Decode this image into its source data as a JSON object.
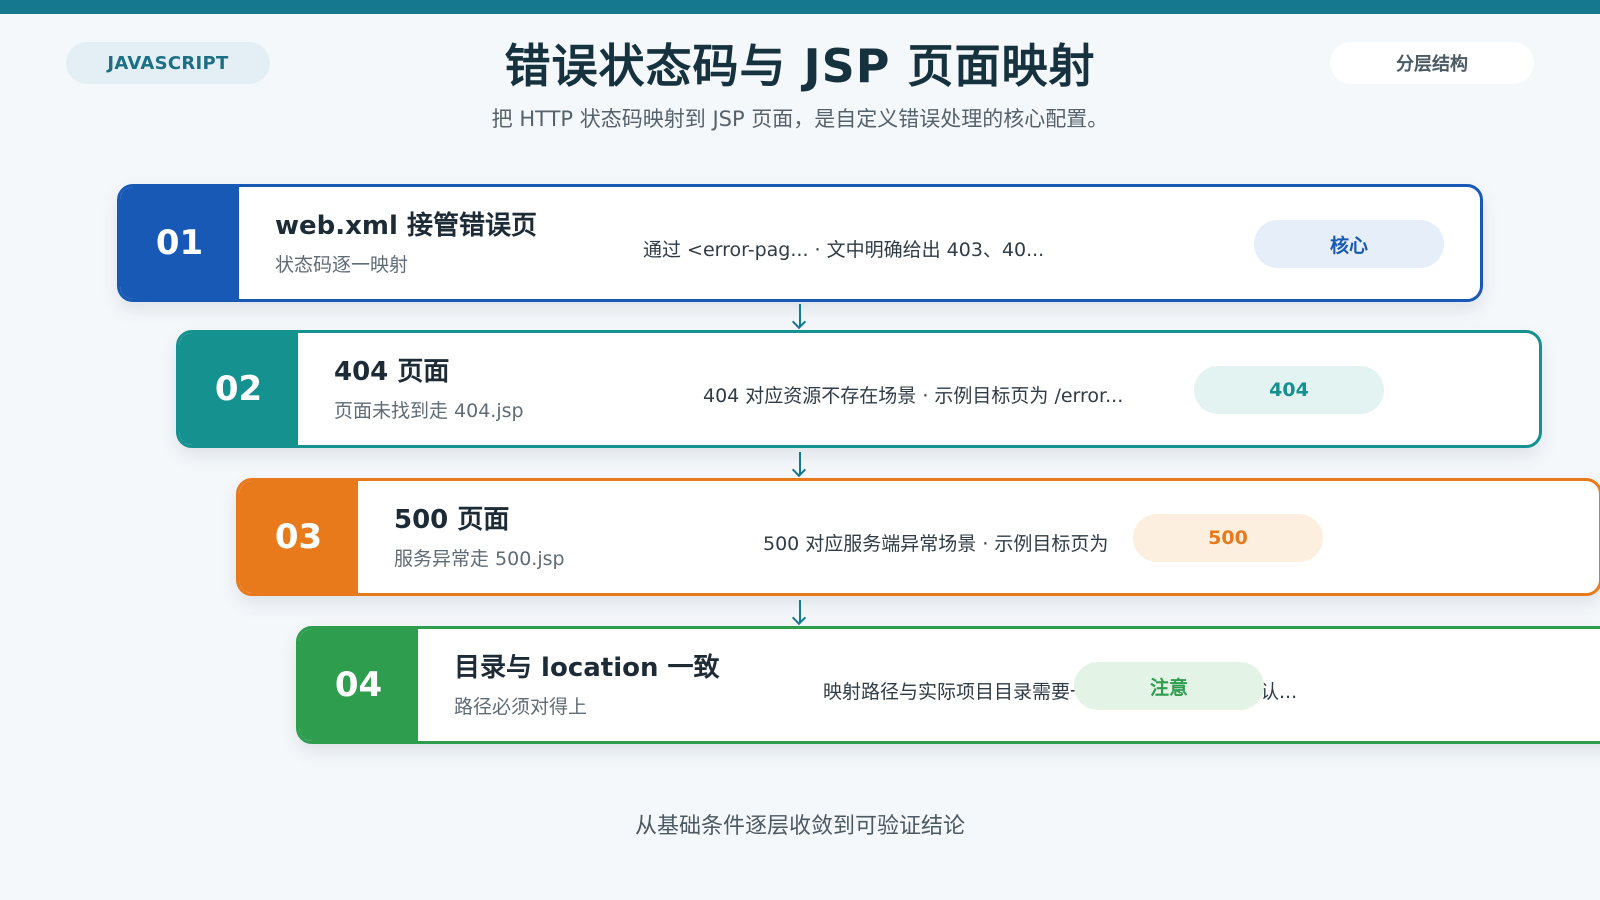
{
  "header": {
    "tag_left": "JAVASCRIPT",
    "title": "错误状态码与 JSP 页面映射",
    "subtitle": "把 HTTP 状态码映射到 JSP 页面，是自定义错误处理的核心配置。",
    "tag_right": "分层结构"
  },
  "rows": [
    {
      "num": "01",
      "title": "web.xml 接管错误页",
      "sub": "状态码逐一映射",
      "desc": "通过 <error-pag... · 文中明确给出 403、40...",
      "pill": "核心",
      "color": "#1759b5",
      "pill_bg": "#e6eef9",
      "pill_fg": "#1759b5"
    },
    {
      "num": "02",
      "title": "404 页面",
      "sub": "页面未找到走 404.jsp",
      "desc": "404 对应资源不存在场景 · 示例目标页为 /error...",
      "pill": "404",
      "color": "#15918f",
      "pill_bg": "#e3f3f1",
      "pill_fg": "#15918f"
    },
    {
      "num": "03",
      "title": "500 页面",
      "sub": "服务异常走 500.jsp",
      "desc": "500 对应服务端异常场景 · 示例目标页为",
      "pill": "500",
      "color": "#e87a1c",
      "pill_bg": "#fdefe0",
      "pill_fg": "#e87a1c"
    },
    {
      "num": "04",
      "title": "目录与 location 一致",
      "sub": "路径必须对得上",
      "desc": "映射路径与实际项目目录需要一致，否则可能显示默认...",
      "pill": "注意",
      "color": "#2f9d4e",
      "pill_bg": "#e3f3e6",
      "pill_fg": "#2f9d4e"
    }
  ],
  "footer": "从基础条件逐层收敛到可验证结论"
}
